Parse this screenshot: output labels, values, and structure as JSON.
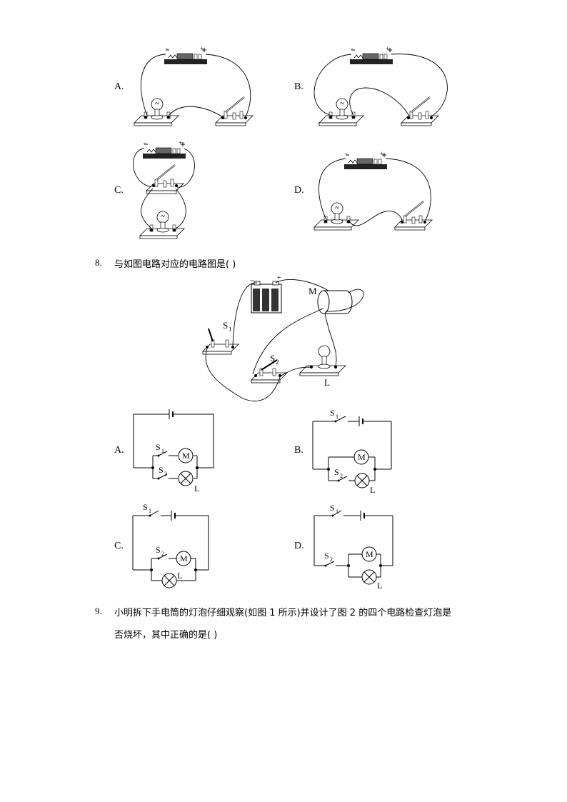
{
  "q7": {
    "option_labels": [
      "A.",
      "B.",
      "C.",
      "D."
    ],
    "battery_minus": "−",
    "battery_plus": "+"
  },
  "q8": {
    "number": "8.",
    "text": "与如图电路对应的电路图是(    )",
    "photo_labels": {
      "motor": "M",
      "switch1": "S",
      "switch1_sub": "1",
      "switch2": "S",
      "switch2_sub": "2",
      "lamp": "L",
      "battery_plus": "+",
      "battery_minus": "−"
    },
    "option_labels": [
      "A.",
      "B.",
      "C.",
      "D."
    ],
    "schematic_labels": {
      "motor": "M",
      "lamp": "L",
      "switch1": "S",
      "switch1_sub": "1",
      "switch2": "S",
      "switch2_sub": "2"
    }
  },
  "q9": {
    "number": "9.",
    "line1": "小明拆下手电筒的灯泡仔细观察(如图 1 所示)并设计了图 2 的四个电路检查灯泡是",
    "line2": "否烧坏，其中正确的是(    )"
  }
}
